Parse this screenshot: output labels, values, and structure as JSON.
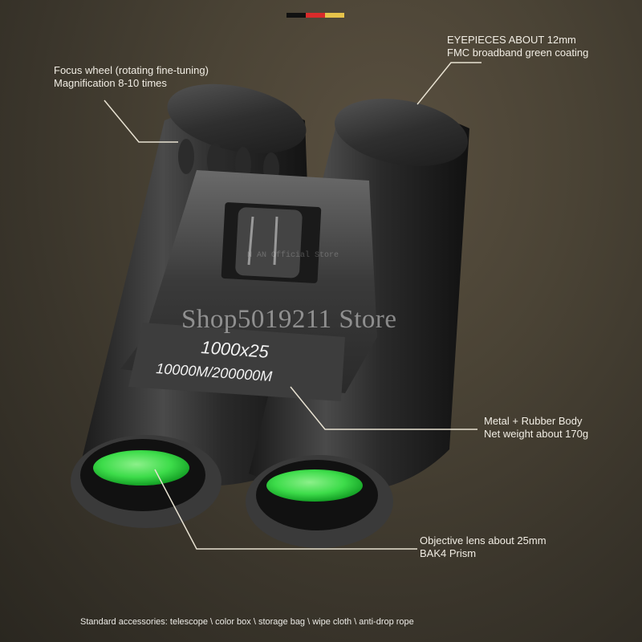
{
  "flag": {
    "colors": [
      "#111111",
      "#d92b2b",
      "#e6c34a"
    ]
  },
  "callouts": {
    "focus_wheel": {
      "line1": "Focus wheel (rotating fine-tuning)",
      "line2": "Magnification 8-10 times"
    },
    "eyepieces": {
      "line1": "EYEPIECES ABOUT 12mm",
      "line2": "FMC broadband green coating"
    },
    "body": {
      "line1": "Metal + Rubber Body",
      "line2": "Net weight about 170g"
    },
    "objective": {
      "line1": "Objective lens about 25mm",
      "line2": "BAK4 Prism"
    }
  },
  "product": {
    "plate_line1": "1000x25",
    "plate_line2": "10000M/200000M",
    "lens_color": "#3ddc4a"
  },
  "watermarks": {
    "main": "Shop5019211 Store",
    "small": "N  AN Official Store"
  },
  "footer": {
    "accessories": "Standard accessories: telescope \\ color box \\ storage bag \\ wipe cloth \\ anti-drop rope"
  }
}
